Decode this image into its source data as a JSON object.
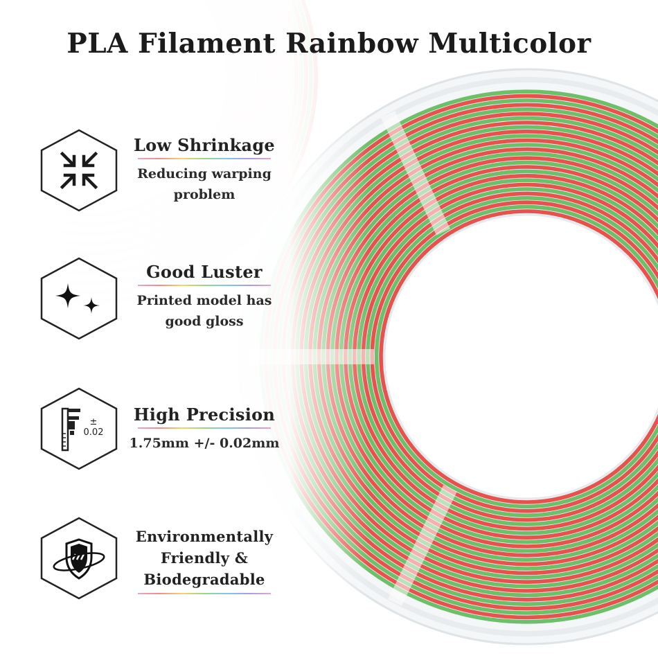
{
  "title": "PLA Filament Rainbow Multicolor",
  "colors": {
    "text": "#222222",
    "rainbow": [
      "#e7524f",
      "#f4a340",
      "#f6d64b",
      "#6cc06a",
      "#3b9bc8",
      "#7a6cc8",
      "#e77fb0"
    ]
  },
  "features": [
    {
      "icon": "compress-arrows-icon",
      "title": "Low Shrinkage",
      "description": "Reducing warping\nproblem"
    },
    {
      "icon": "sparkle-icon",
      "title": "Good Luster",
      "description": "Printed model has\ngood gloss"
    },
    {
      "icon": "caliper-icon",
      "icon_label": "±\n0.02",
      "title": "High Precision",
      "description": "1.75mm +/- 0.02mm"
    },
    {
      "icon": "shield-planet-icon",
      "title": "Environmentally\nFriendly &\nBiodegradable",
      "description": ""
    }
  ]
}
